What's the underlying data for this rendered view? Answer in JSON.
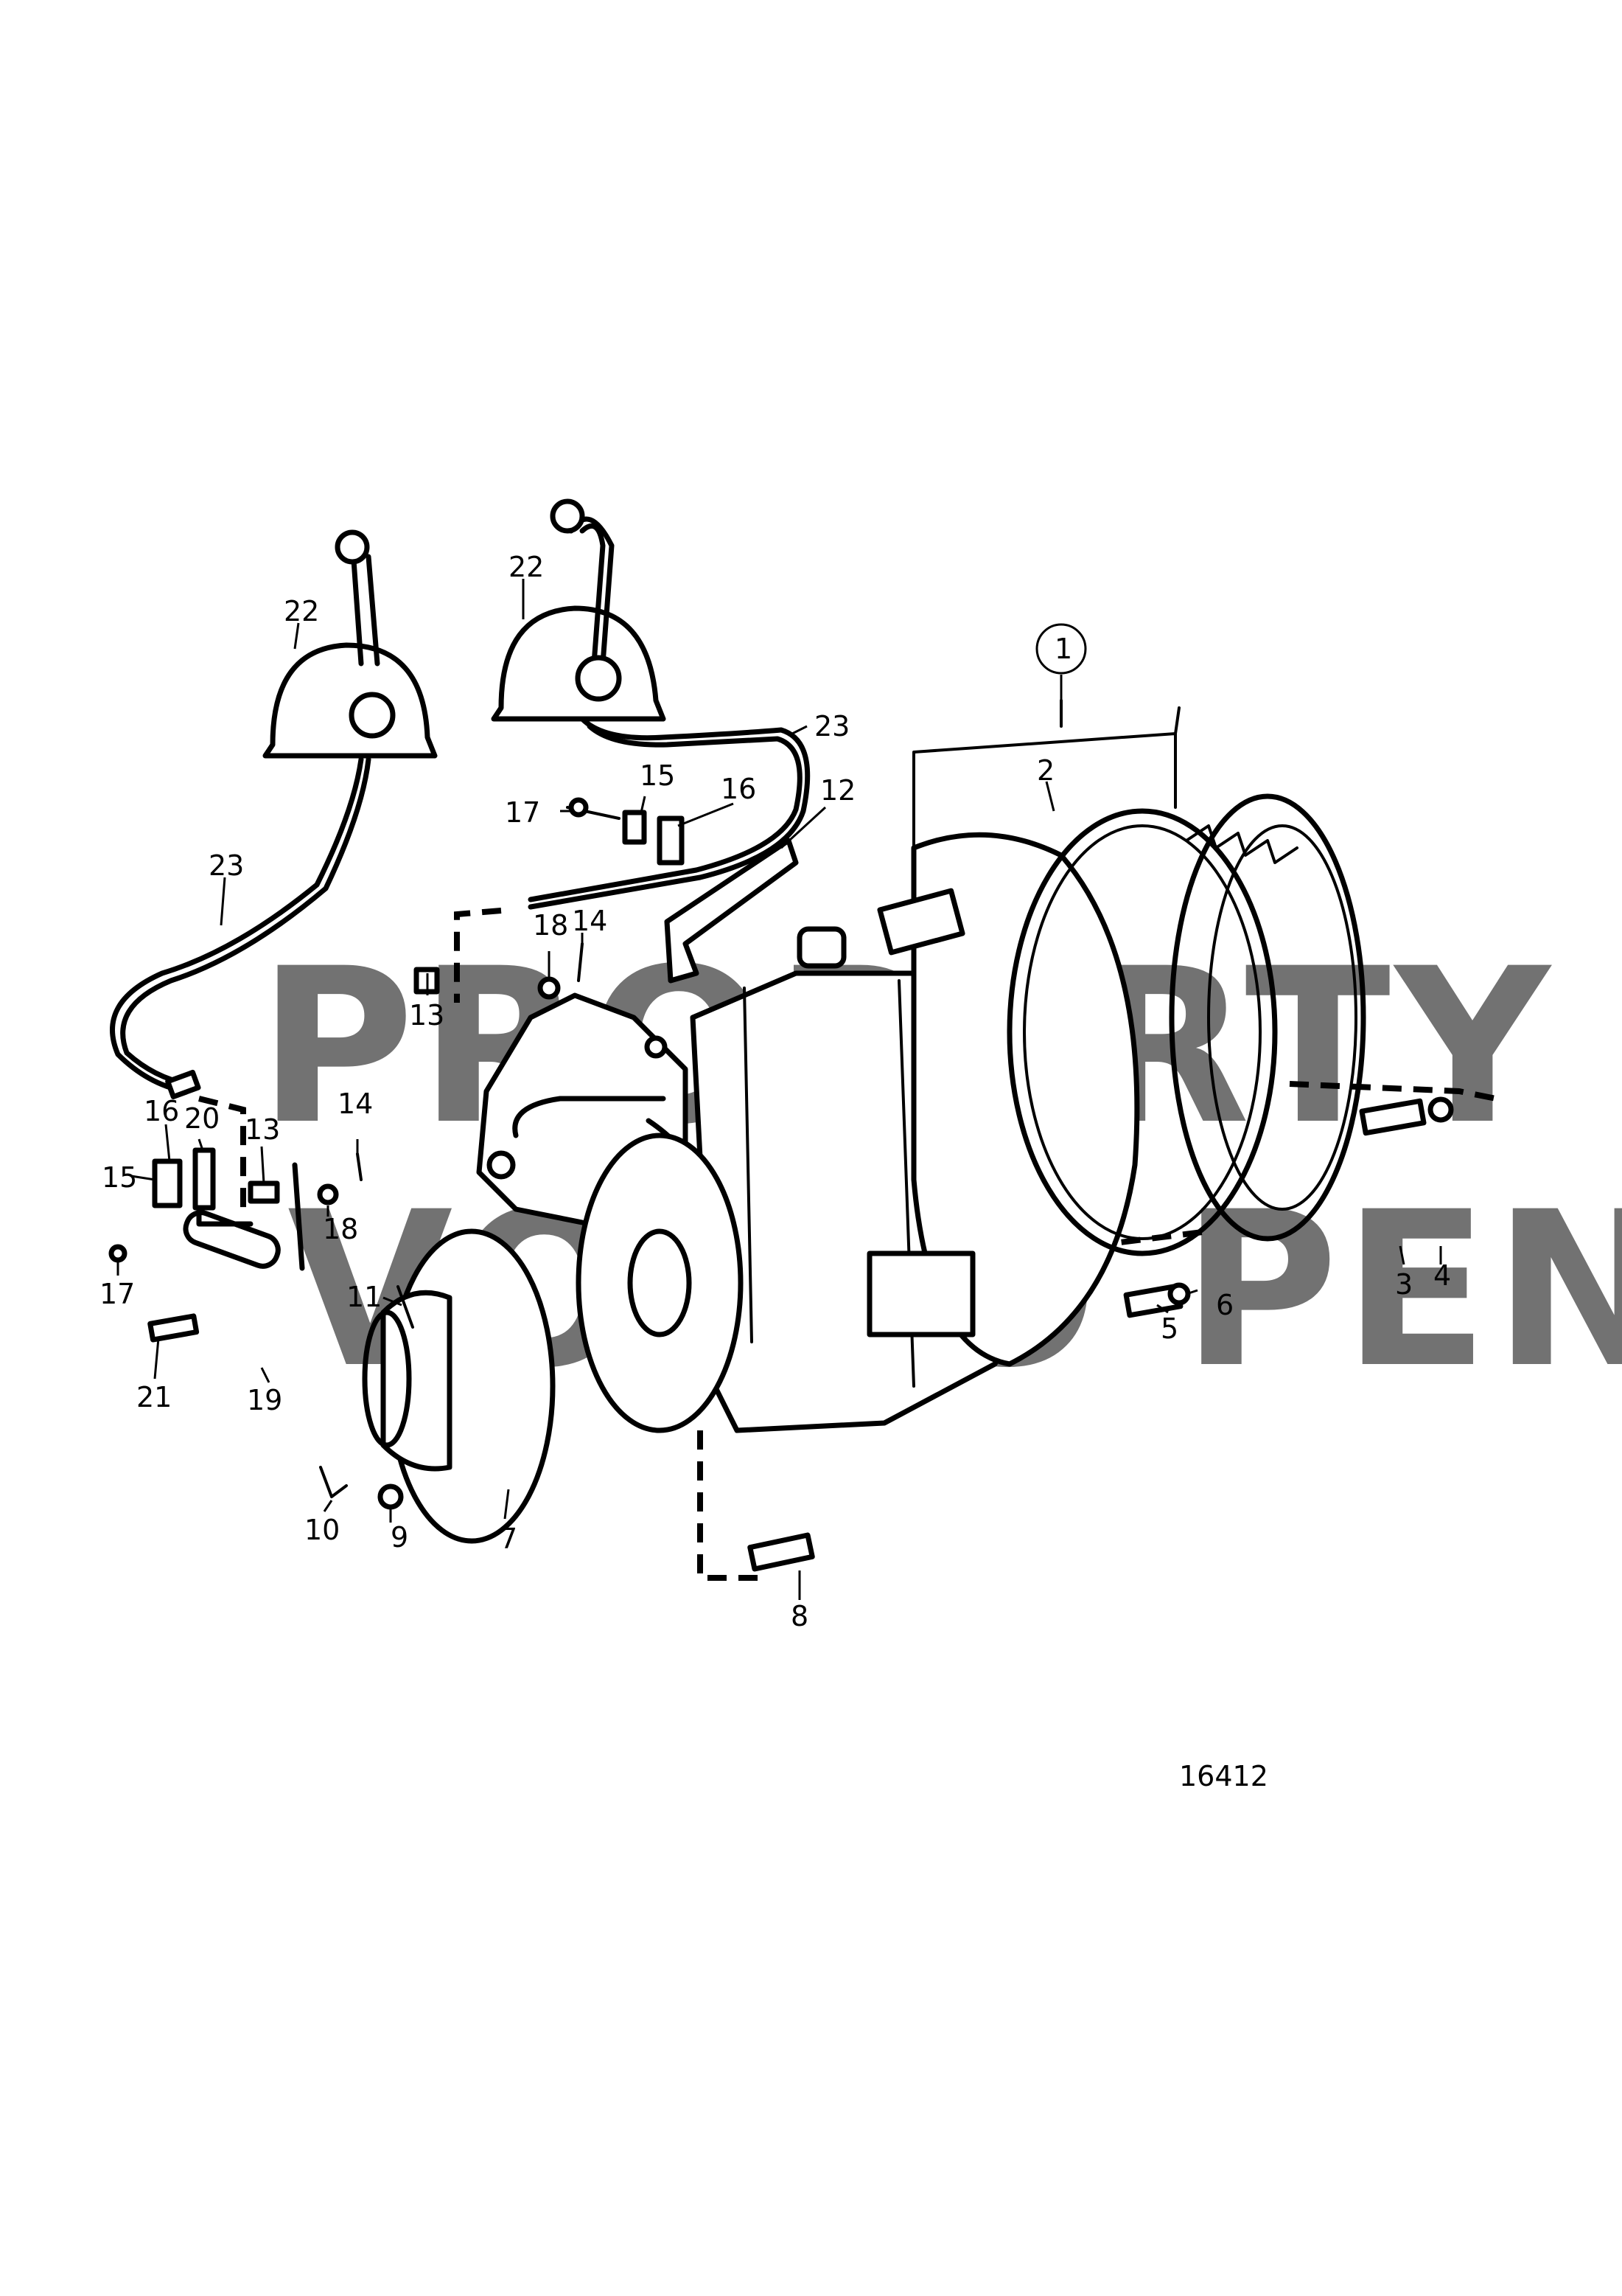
{
  "watermark": {
    "line1": "PROPERTY OF",
    "line2": "VOLVO PENTA"
  },
  "drawing_number": "16412",
  "callouts": [
    {
      "id": "1",
      "label": "1"
    },
    {
      "id": "2",
      "label": "2"
    },
    {
      "id": "3",
      "label": "3"
    },
    {
      "id": "4",
      "label": "4"
    },
    {
      "id": "5",
      "label": "5"
    },
    {
      "id": "6",
      "label": "6"
    },
    {
      "id": "7",
      "label": "7"
    },
    {
      "id": "8",
      "label": "8"
    },
    {
      "id": "9",
      "label": "9"
    },
    {
      "id": "10",
      "label": "10"
    },
    {
      "id": "11",
      "label": "11"
    },
    {
      "id": "12",
      "label": "12"
    },
    {
      "id": "13a",
      "label": "13"
    },
    {
      "id": "13b",
      "label": "13"
    },
    {
      "id": "14a",
      "label": "14"
    },
    {
      "id": "14b",
      "label": "14"
    },
    {
      "id": "15a",
      "label": "15"
    },
    {
      "id": "15b",
      "label": "15"
    },
    {
      "id": "16a",
      "label": "16"
    },
    {
      "id": "16b",
      "label": "16"
    },
    {
      "id": "17a",
      "label": "17"
    },
    {
      "id": "17b",
      "label": "17"
    },
    {
      "id": "18a",
      "label": "18"
    },
    {
      "id": "18b",
      "label": "18"
    },
    {
      "id": "19",
      "label": "19"
    },
    {
      "id": "20",
      "label": "20"
    },
    {
      "id": "21",
      "label": "21"
    },
    {
      "id": "22a",
      "label": "22"
    },
    {
      "id": "22b",
      "label": "22"
    },
    {
      "id": "23a",
      "label": "23"
    },
    {
      "id": "23b",
      "label": "23"
    }
  ]
}
